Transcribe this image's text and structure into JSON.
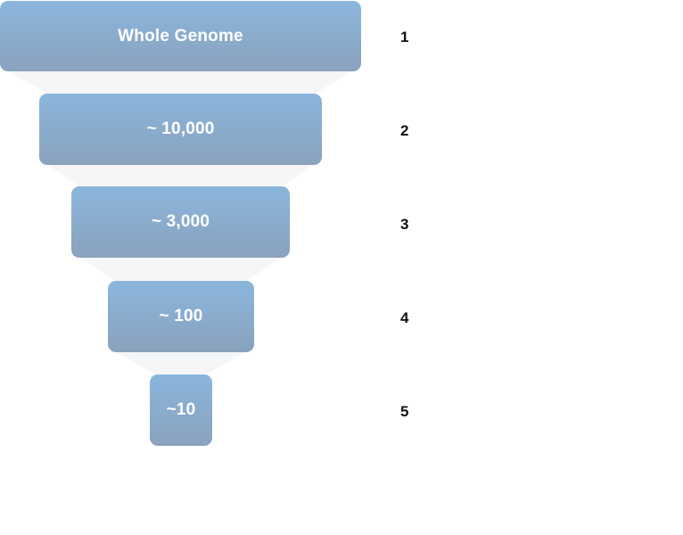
{
  "funnel": {
    "stages": [
      {
        "label": "Whole Genome",
        "step": "1"
      },
      {
        "label": "~ 10,000",
        "step": "2"
      },
      {
        "label": "~ 3,000",
        "step": "3"
      },
      {
        "label": "~ 100",
        "step": "4"
      },
      {
        "label": "~10",
        "step": "5"
      }
    ],
    "colors": {
      "stage_top": "#8bb6dd",
      "stage_bottom": "#8aa2bd",
      "connector": "#f5f6f8",
      "step_text": "#111111",
      "label_text": "#ffffff"
    }
  }
}
